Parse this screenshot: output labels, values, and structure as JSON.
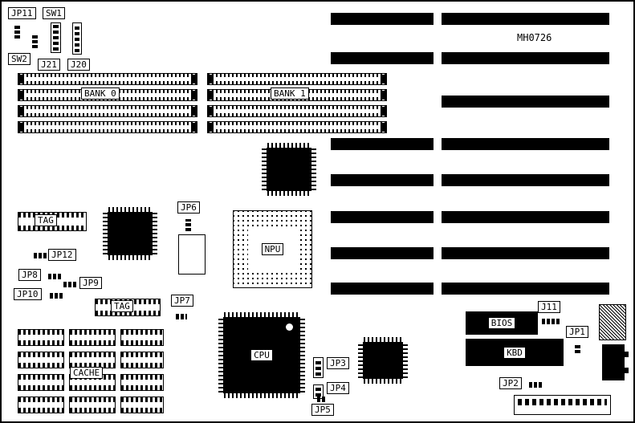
{
  "board": {
    "part_number": "MH0726"
  },
  "labels": {
    "jp11": "JP11",
    "sw1": "SW1",
    "sw2": "SW2",
    "j21": "J21",
    "j20": "J20",
    "bank0": "BANK 0",
    "bank1": "BANK 1",
    "tag1": "TAG",
    "tag2": "TAG",
    "jp6": "JP6",
    "jp7": "JP7",
    "jp8": "JP8",
    "jp9": "JP9",
    "jp10": "JP10",
    "jp12": "JP12",
    "npu": "NPU",
    "cpu": "CPU",
    "cache": "CACHE",
    "jp3": "JP3",
    "jp4": "JP4",
    "jp5": "JP5",
    "bios": "BIOS",
    "kbd": "KBD",
    "j11": "J11",
    "jp1": "JP1",
    "jp2": "JP2"
  }
}
